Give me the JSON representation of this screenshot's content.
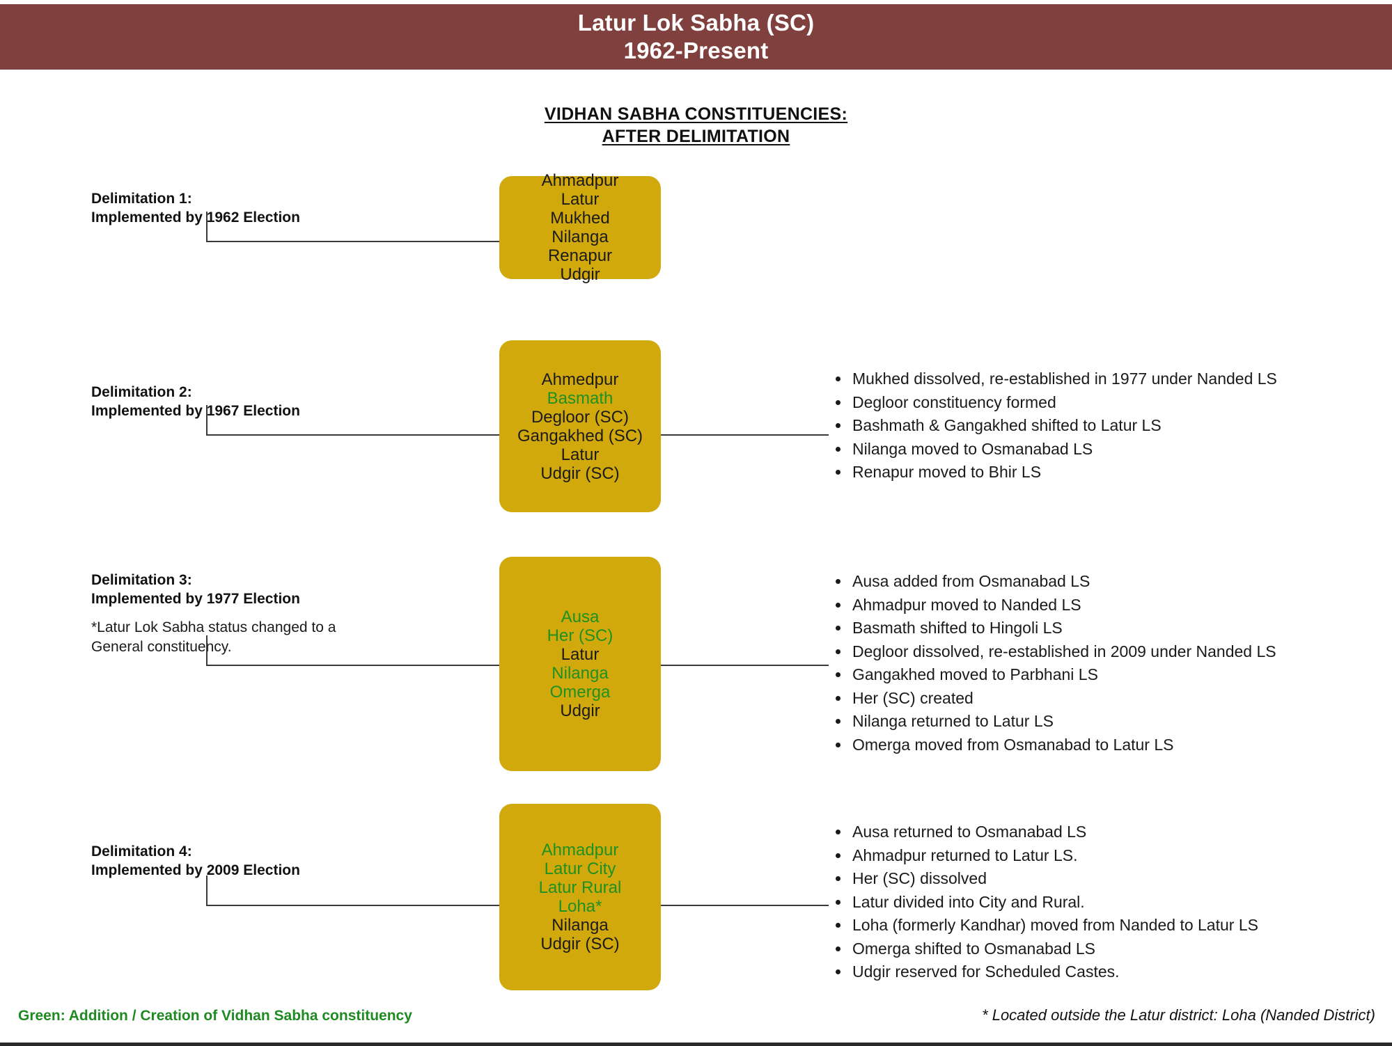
{
  "header": {
    "title_line1": "Latur Lok Sabha (SC)",
    "title_line2": "1962-Present",
    "banner_color": "#80403E"
  },
  "subtitle": {
    "line1": "VIDHAN SABHA CONSTITUENCIES: ",
    "line2": "AFTER DELIMITATION"
  },
  "colors": {
    "box_yellow": "#D2A90C",
    "green_text": "#1F9022",
    "banner": "#80403E",
    "connector": "#3A3A3A"
  },
  "rows": [
    {
      "label_line1": "Delimitation 1:",
      "label_line2": "Implemented by 1962 Election",
      "note": "",
      "constituencies": [
        {
          "name": "Ahmadpur",
          "green": false
        },
        {
          "name": "Latur",
          "green": false
        },
        {
          "name": "Mukhed",
          "green": false
        },
        {
          "name": "Nilanga",
          "green": false
        },
        {
          "name": "Renapur",
          "green": false
        },
        {
          "name": "Udgir",
          "green": false
        }
      ],
      "bullets": []
    },
    {
      "label_line1": "Delimitation 2:",
      "label_line2": "Implemented by 1967 Election",
      "note": "",
      "constituencies": [
        {
          "name": "Ahmedpur",
          "green": false
        },
        {
          "name": "Basmath",
          "green": true
        },
        {
          "name": "Degloor (SC)",
          "green": false
        },
        {
          "name": "Gangakhed (SC)",
          "green": false
        },
        {
          "name": "Latur",
          "green": false
        },
        {
          "name": "Udgir (SC)",
          "green": false
        }
      ],
      "bullets": [
        "Mukhed dissolved, re-established in 1977 under Nanded LS",
        "Degloor constituency formed",
        "Bashmath & Gangakhed shifted to Latur LS",
        "Nilanga moved to Osmanabad LS",
        "Renapur moved to Bhir LS"
      ]
    },
    {
      "label_line1": "Delimitation 3:",
      "label_line2": "Implemented by 1977 Election",
      "note": "*Latur Lok Sabha status changed to a General constituency.",
      "constituencies": [
        {
          "name": "Ausa",
          "green": true
        },
        {
          "name": "Her (SC)",
          "green": true
        },
        {
          "name": "Latur",
          "green": false
        },
        {
          "name": "Nilanga",
          "green": true
        },
        {
          "name": "Omerga",
          "green": true
        },
        {
          "name": "Udgir",
          "green": false
        }
      ],
      "bullets": [
        "Ausa added from Osmanabad LS",
        "Ahmadpur moved to Nanded LS",
        "Basmath shifted to Hingoli LS",
        "Degloor dissolved, re-established in 2009 under Nanded LS",
        "Gangakhed moved to Parbhani LS",
        "Her (SC) created",
        "Nilanga returned to Latur LS",
        "Omerga moved from Osmanabad to Latur LS"
      ]
    },
    {
      "label_line1": "Delimitation 4:",
      "label_line2": "Implemented by 2009 Election",
      "note": "",
      "constituencies": [
        {
          "name": "Ahmadpur",
          "green": true
        },
        {
          "name": "Latur City",
          "green": true
        },
        {
          "name": "Latur Rural",
          "green": true
        },
        {
          "name": "Loha*",
          "green": true
        },
        {
          "name": "Nilanga",
          "green": false
        },
        {
          "name": "Udgir (SC)",
          "green": false
        }
      ],
      "bullets": [
        "Ausa returned to Osmanabad LS",
        "Ahmadpur returned to Latur LS.",
        "Her (SC) dissolved",
        "Latur divided into City and Rural.",
        "Loha (formerly Kandhar) moved from Nanded to Latur LS",
        "Omerga shifted to Osmanabad LS",
        "Udgir reserved for Scheduled Castes."
      ]
    }
  ],
  "footer": {
    "legend_green": "Green: Addition / Creation of Vidhan Sabha constituency",
    "note_right": "* Located outside the Latur district: Loha (Nanded District)"
  }
}
